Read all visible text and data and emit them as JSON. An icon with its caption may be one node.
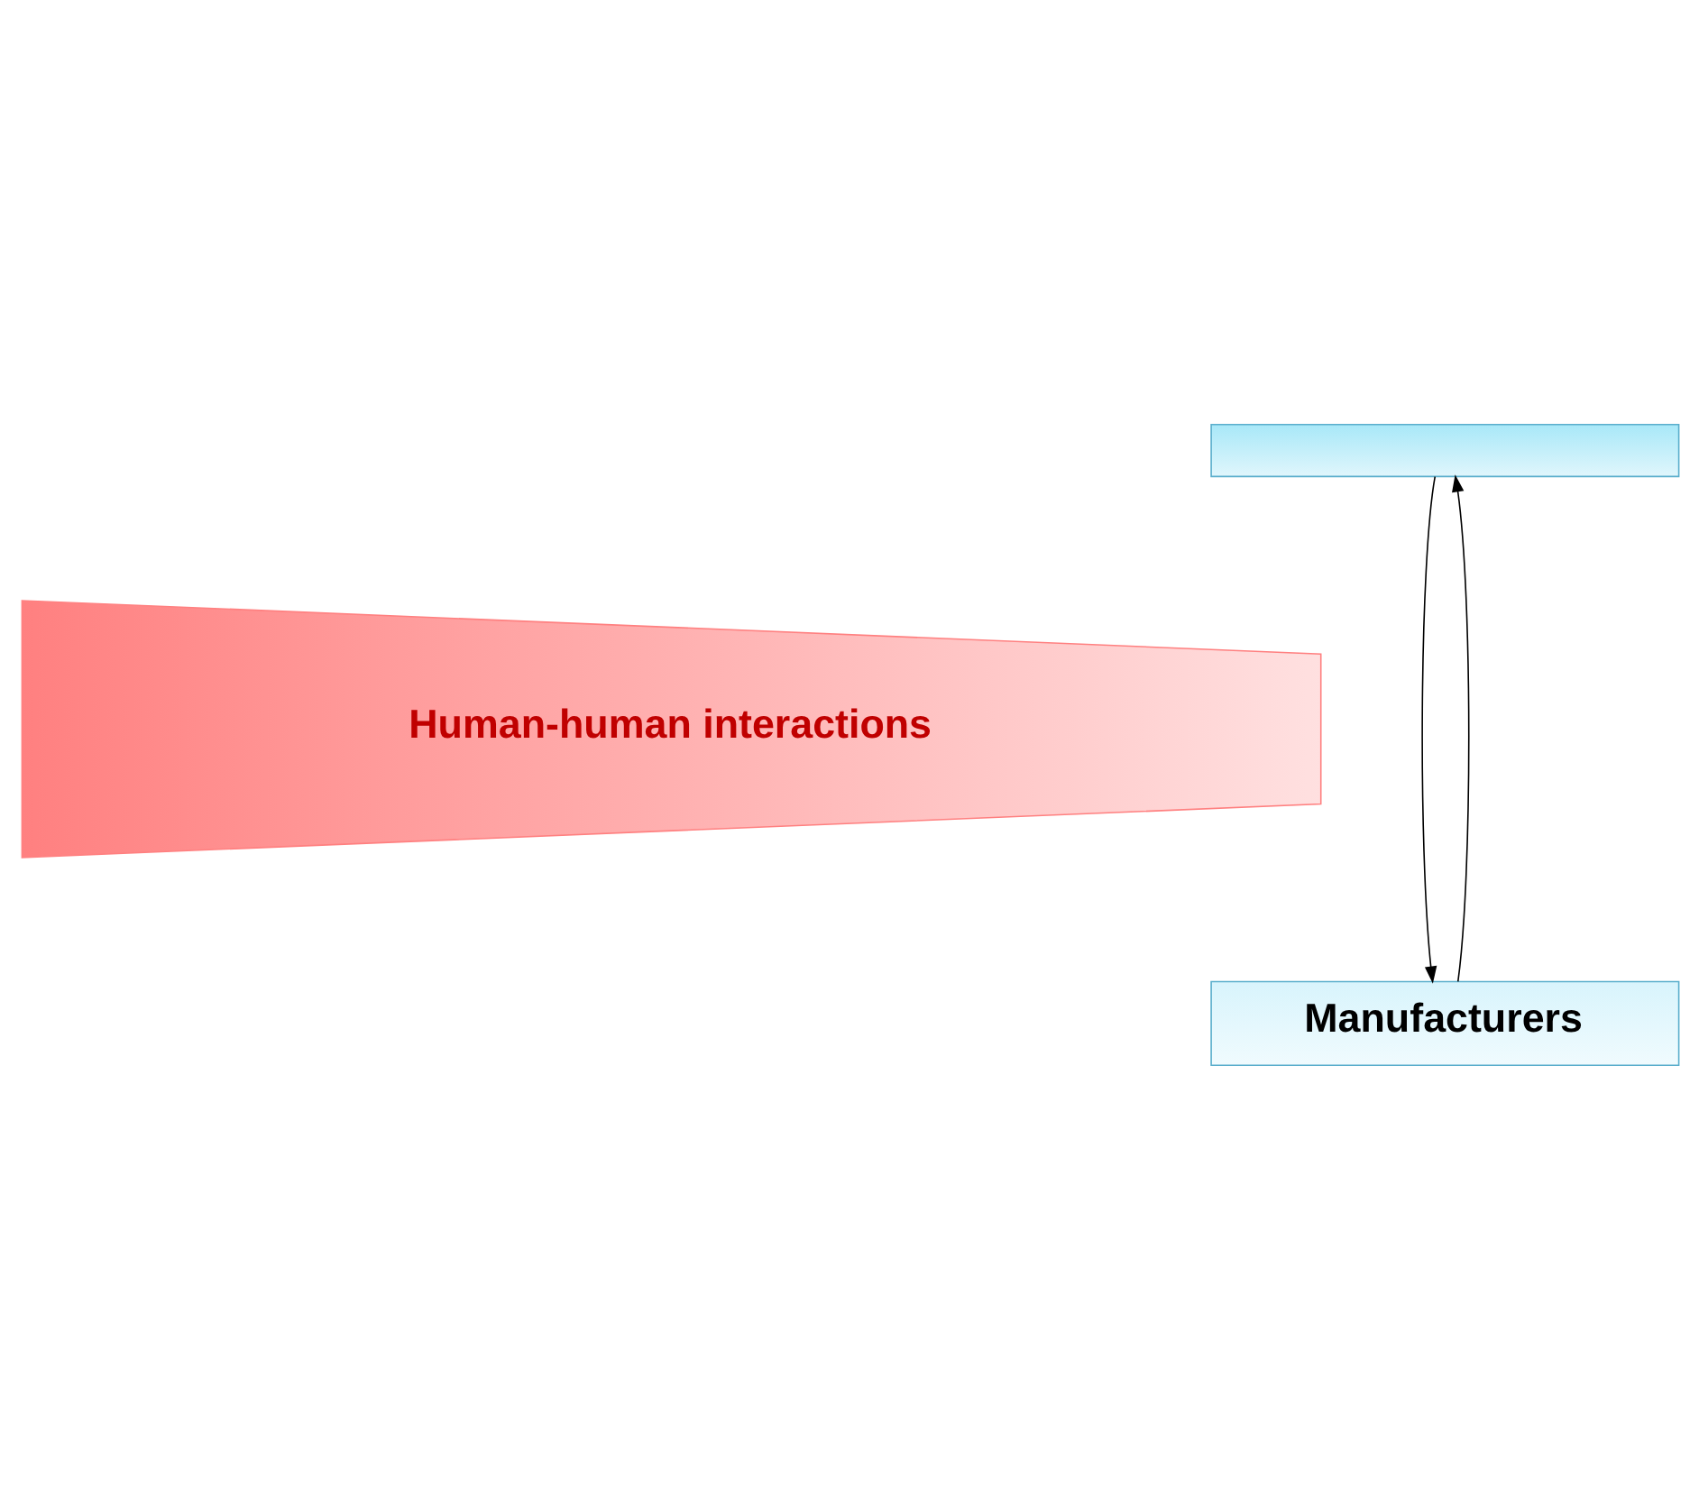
{
  "diagram": {
    "nodes": [
      {
        "text": [],
        "shape": "box"
      },
      {
        "text": [
          "Human-human interactions"
        ]
      },
      {
        "text": [
          "Manufacturers"
        ]
      }
    ],
    "edges": [
      {
        "from": 0,
        "to": 2,
        "arrow": "to"
      },
      {
        "from": 2,
        "to": 0,
        "arrow": "to"
      }
    ]
  }
}
